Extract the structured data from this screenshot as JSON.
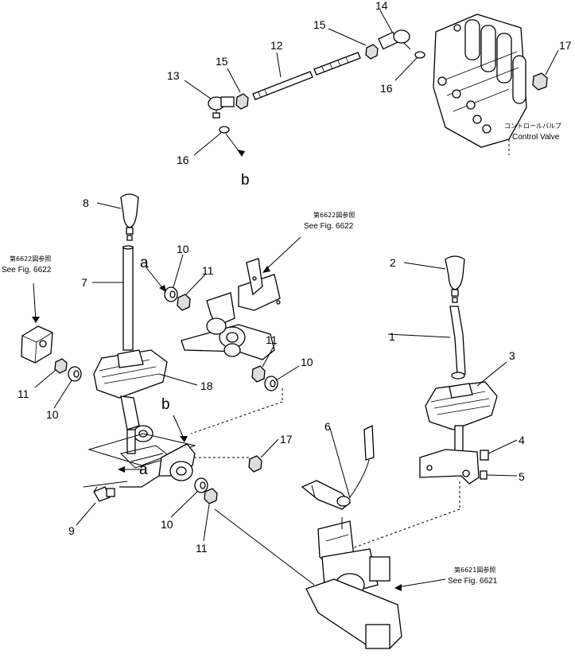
{
  "callouts": {
    "n1": "1",
    "n2": "2",
    "n3": "3",
    "n4": "4",
    "n5": "5",
    "n6": "6",
    "n7": "7",
    "n8": "8",
    "n9": "9",
    "n10a": "10",
    "n10b": "10",
    "n10c": "10",
    "n10d": "10",
    "n11a": "11",
    "n11b": "11",
    "n11c": "11",
    "n11d": "11",
    "n12": "12",
    "n13": "13",
    "n14": "14",
    "n15a": "15",
    "n15b": "15",
    "n16a": "16",
    "n16b": "16",
    "n17a": "17",
    "n17b": "17",
    "n18": "18"
  },
  "letters": {
    "a1": "a",
    "a2": "a",
    "b1": "b",
    "b2": "b"
  },
  "refs": {
    "fig6622_top_jp": "第6622図参照",
    "fig6622_top_en": "See Fig. 6622",
    "fig6622_left_jp": "第6622図参照",
    "fig6622_left_en": "See Fig. 6622",
    "fig6621_jp": "第6621図参照",
    "fig6621_en": "See Fig. 6621",
    "control_valve_jp": "コントロールバルブ",
    "control_valve_en": "Control Valve"
  }
}
